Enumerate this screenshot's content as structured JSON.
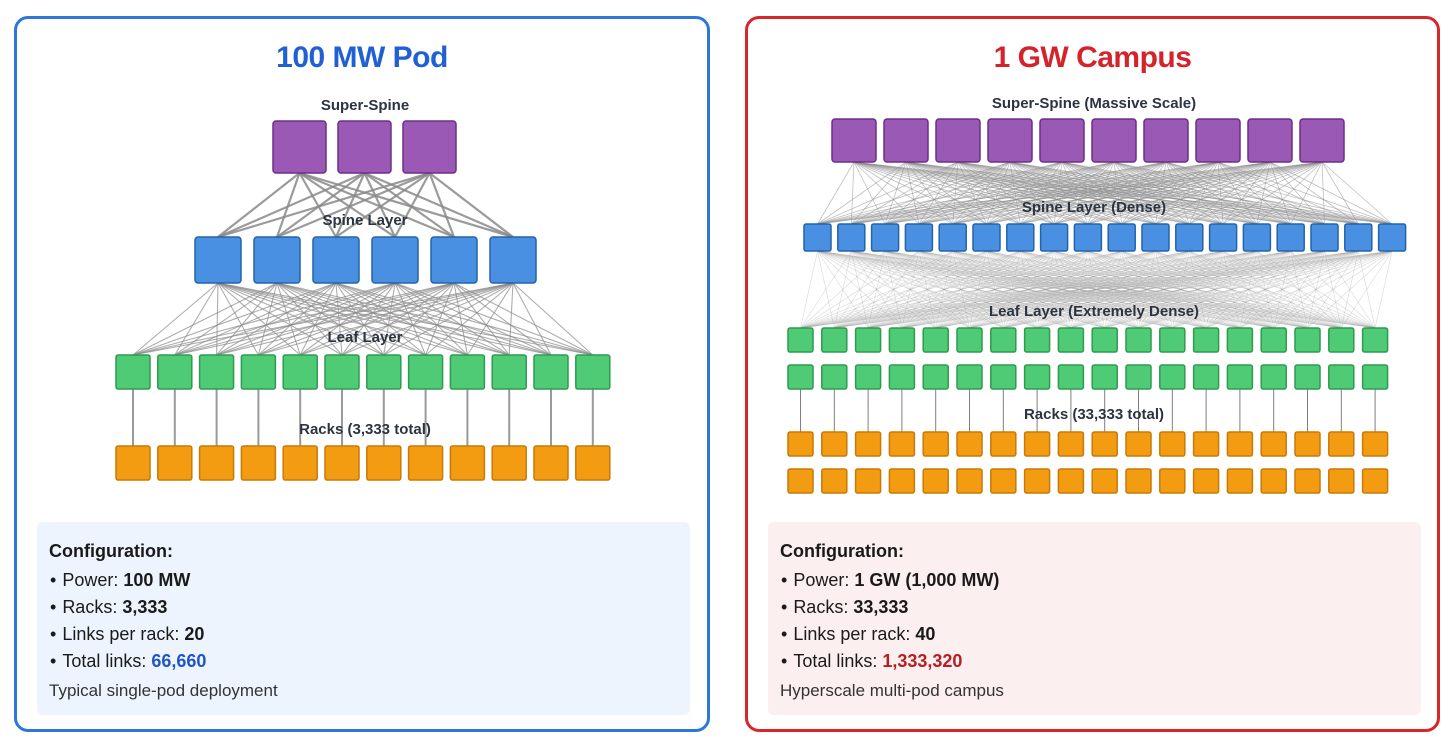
{
  "colors": {
    "left_border": "#2d78d6",
    "right_border": "#d8262a",
    "super_spine": "#9b59b6",
    "spine": "#4a90e2",
    "leaf": "#4ecb74",
    "rack": "#f39c12"
  },
  "left": {
    "title": "100 MW Pod",
    "layers": {
      "super_spine": "Super-Spine",
      "spine": "Spine Layer",
      "leaf": "Leaf Layer",
      "racks": "Racks (3,333 total)"
    },
    "counts": {
      "super_spine": 3,
      "spine": 6,
      "leaf": 12,
      "racks": 12
    },
    "config": {
      "heading": "Configuration:",
      "lines": [
        {
          "label": "Power: ",
          "value": "100 MW"
        },
        {
          "label": "Racks: ",
          "value": "3,333"
        },
        {
          "label": "Links per rack: ",
          "value": "20"
        },
        {
          "label": "Total links: ",
          "value": "66,660"
        }
      ],
      "note": "Typical single-pod deployment"
    }
  },
  "right": {
    "title": "1 GW Campus",
    "layers": {
      "super_spine": "Super-Spine (Massive Scale)",
      "spine": "Spine Layer (Dense)",
      "leaf": "Leaf Layer (Extremely Dense)",
      "racks": "Racks (33,333 total)"
    },
    "counts": {
      "super_spine": 10,
      "spine": 18,
      "leaf_rows": 2,
      "leaf_per_row": 18,
      "rack_rows": 2,
      "racks_per_row": 18
    },
    "config": {
      "heading": "Configuration:",
      "lines": [
        {
          "label": "Power: ",
          "value": "1 GW (1,000 MW)"
        },
        {
          "label": "Racks: ",
          "value": "33,333"
        },
        {
          "label": "Links per rack: ",
          "value": "40"
        },
        {
          "label": "Total links: ",
          "value": "1,333,320"
        }
      ],
      "note": "Hyperscale multi-pod campus"
    }
  }
}
